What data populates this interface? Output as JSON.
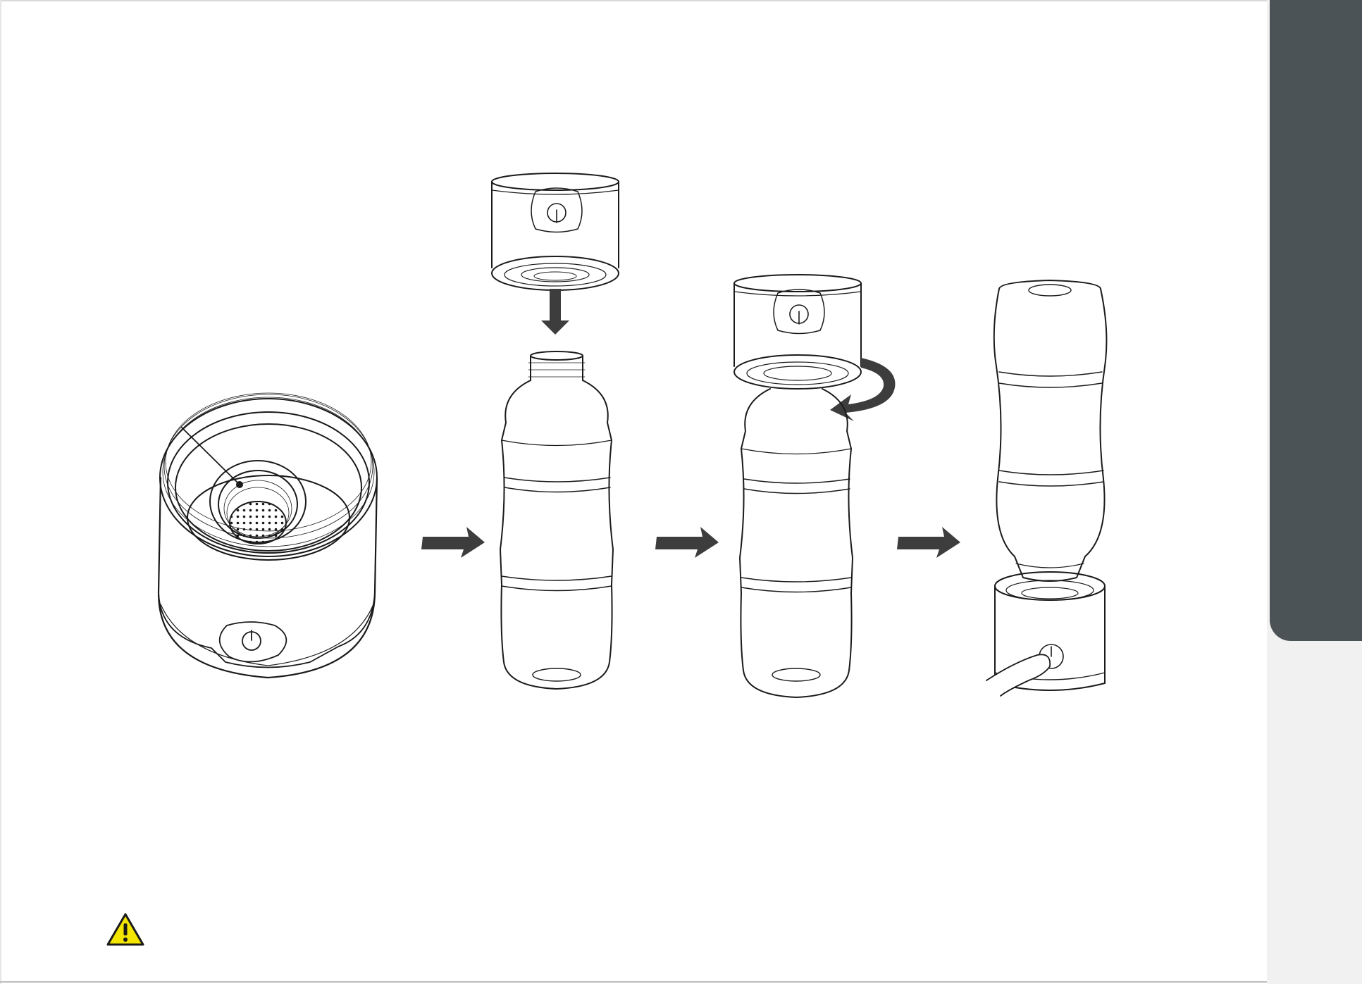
{
  "figure": {
    "steps": [
      {
        "name": "hydrogen-generator-base"
      },
      {
        "name": "attach-base-to-bottle"
      },
      {
        "name": "twist-base-onto-bottle"
      },
      {
        "name": "invert-and-press-power-button"
      }
    ],
    "arrow_color": "#3d3d3d",
    "line_color": "#1a1a1a"
  },
  "side_tab": {
    "color": "#4b5356",
    "panel_color": "#f1f1f2"
  },
  "warning": {
    "icon": "warning-triangle-icon",
    "color": "#f5e600"
  }
}
